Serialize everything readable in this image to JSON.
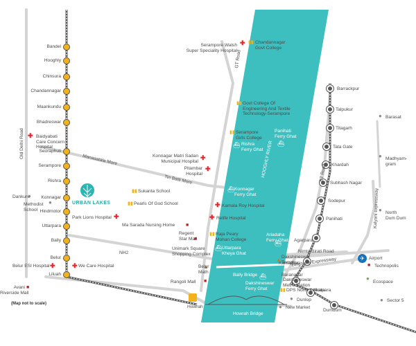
{
  "project": {
    "name": "URBAN LAKES"
  },
  "note": "(Map not to scale)",
  "stations_left": [
    "Bandel",
    "Hooghly",
    "Chinsura",
    "Chandannagar",
    "Maankundu",
    "Bhadreswar",
    "Seoraphuli",
    "Serampore",
    "Rishra",
    "Konnagar",
    "Hindmotor",
    "Uttarpara",
    "Bally",
    "Belur",
    "Liluah"
  ],
  "stations_right": [
    "Barrackpur",
    "Talpukur",
    "Titagarh",
    "Tata Gate",
    "Khardah",
    "Subhash Nagar",
    "Sodepur",
    "Panihati",
    "Agarpara",
    "Kamarhati",
    "Baranagar",
    "Noapara",
    "Dumdum"
  ],
  "roads": {
    "old_delhi_road": "Old Delhi Road",
    "gt_road": "GT Road",
    "manasatala": "Manasatala More",
    "tin_batti": "Tin Batti More",
    "nh2": "NH2",
    "bt_road": "BT Road",
    "kalyani": "Kalyani expressway",
    "nimta": "Nimta Birati Road",
    "belgharia": "Belgharia Expressway"
  },
  "river": "HOOGHLY RIVER",
  "bridges": {
    "bally": "Bally Bridge",
    "howrah": "Howrah Bridge"
  },
  "hospitals": {
    "serampore_walsh": "Serampore Walsh\nSuper Speciality Hospital",
    "baidyabati": "Baidyabati\nCare Concern\nHospital",
    "konnagar_matri": "Konnagar Matri Sadan\nMunicipal Hospital",
    "pitambar": "Pitambar\nHospital",
    "kamala_roy": "Kamala Roy Hospital",
    "relife": "Relife Hospital",
    "park_lions": "Park Lions Hospital",
    "belur_esi": "Belur ESI Hospital",
    "we_care": "We Care Hospital"
  },
  "schools": {
    "chandannagar_govt": "Chandannagar\nGovt College",
    "govt_college": "Govt College Of\nEngineering And Textile\nTechnology-Serampore",
    "serampore_girls": "Serampore\nGirls College",
    "sukanta": "Sukanta School",
    "pearls": "Pearls Of God School",
    "raja_peary": "Raja Peary\nMohan College",
    "dps": "DPS North Kolkata"
  },
  "malls": {
    "ma_sarada": "Ma Sarada Nursing Home",
    "regent": "Regent\nStar Mall",
    "unimark": "Unimark Square\nShopping Complex",
    "rangoli": "Rangoli Mall",
    "avani": "Avani\nRiverside Mall",
    "new_market": "New Market"
  },
  "ghats": {
    "rishra": "Rishra\nFerry Ghat",
    "panihati": "Panihati\nFerry Ghat",
    "konnagar": "Konnagar\nFerry Ghat",
    "uttarpara": "Uttarpara\nKheya Ghat",
    "ariadaha": "Ariadaha\nFerry Ghat",
    "dakshineswar": "Dakshineswar\nFerry Ghat"
  },
  "places": {
    "dankuni": "Dankuni",
    "methodist": "Methodist\nSchool",
    "belur_math": "Belur\nMath",
    "dakshineswar_temple": "Dakshineswar\nTemple",
    "dakshineswar_metro": "Dakshineswar\nMetro Station",
    "howrah": "Howrah",
    "dunlop": "Dunlop",
    "airport": "Airport",
    "technopolis": "Technopolis",
    "ecospace": "Ecospace",
    "sector5": "Sector 5",
    "barasat": "Barasat",
    "madhyamgram": "Madhyam-\ngram",
    "north_dumdum": "North\nDum Dum"
  },
  "colors": {
    "river": "#3ebfbf",
    "road": "#d2d2d2",
    "rail": "#555555",
    "station_left": "#f2b21b",
    "station_right": "#555555",
    "hospital": "#e8252b",
    "school": "#f2b21b",
    "mall": "#c42127"
  }
}
